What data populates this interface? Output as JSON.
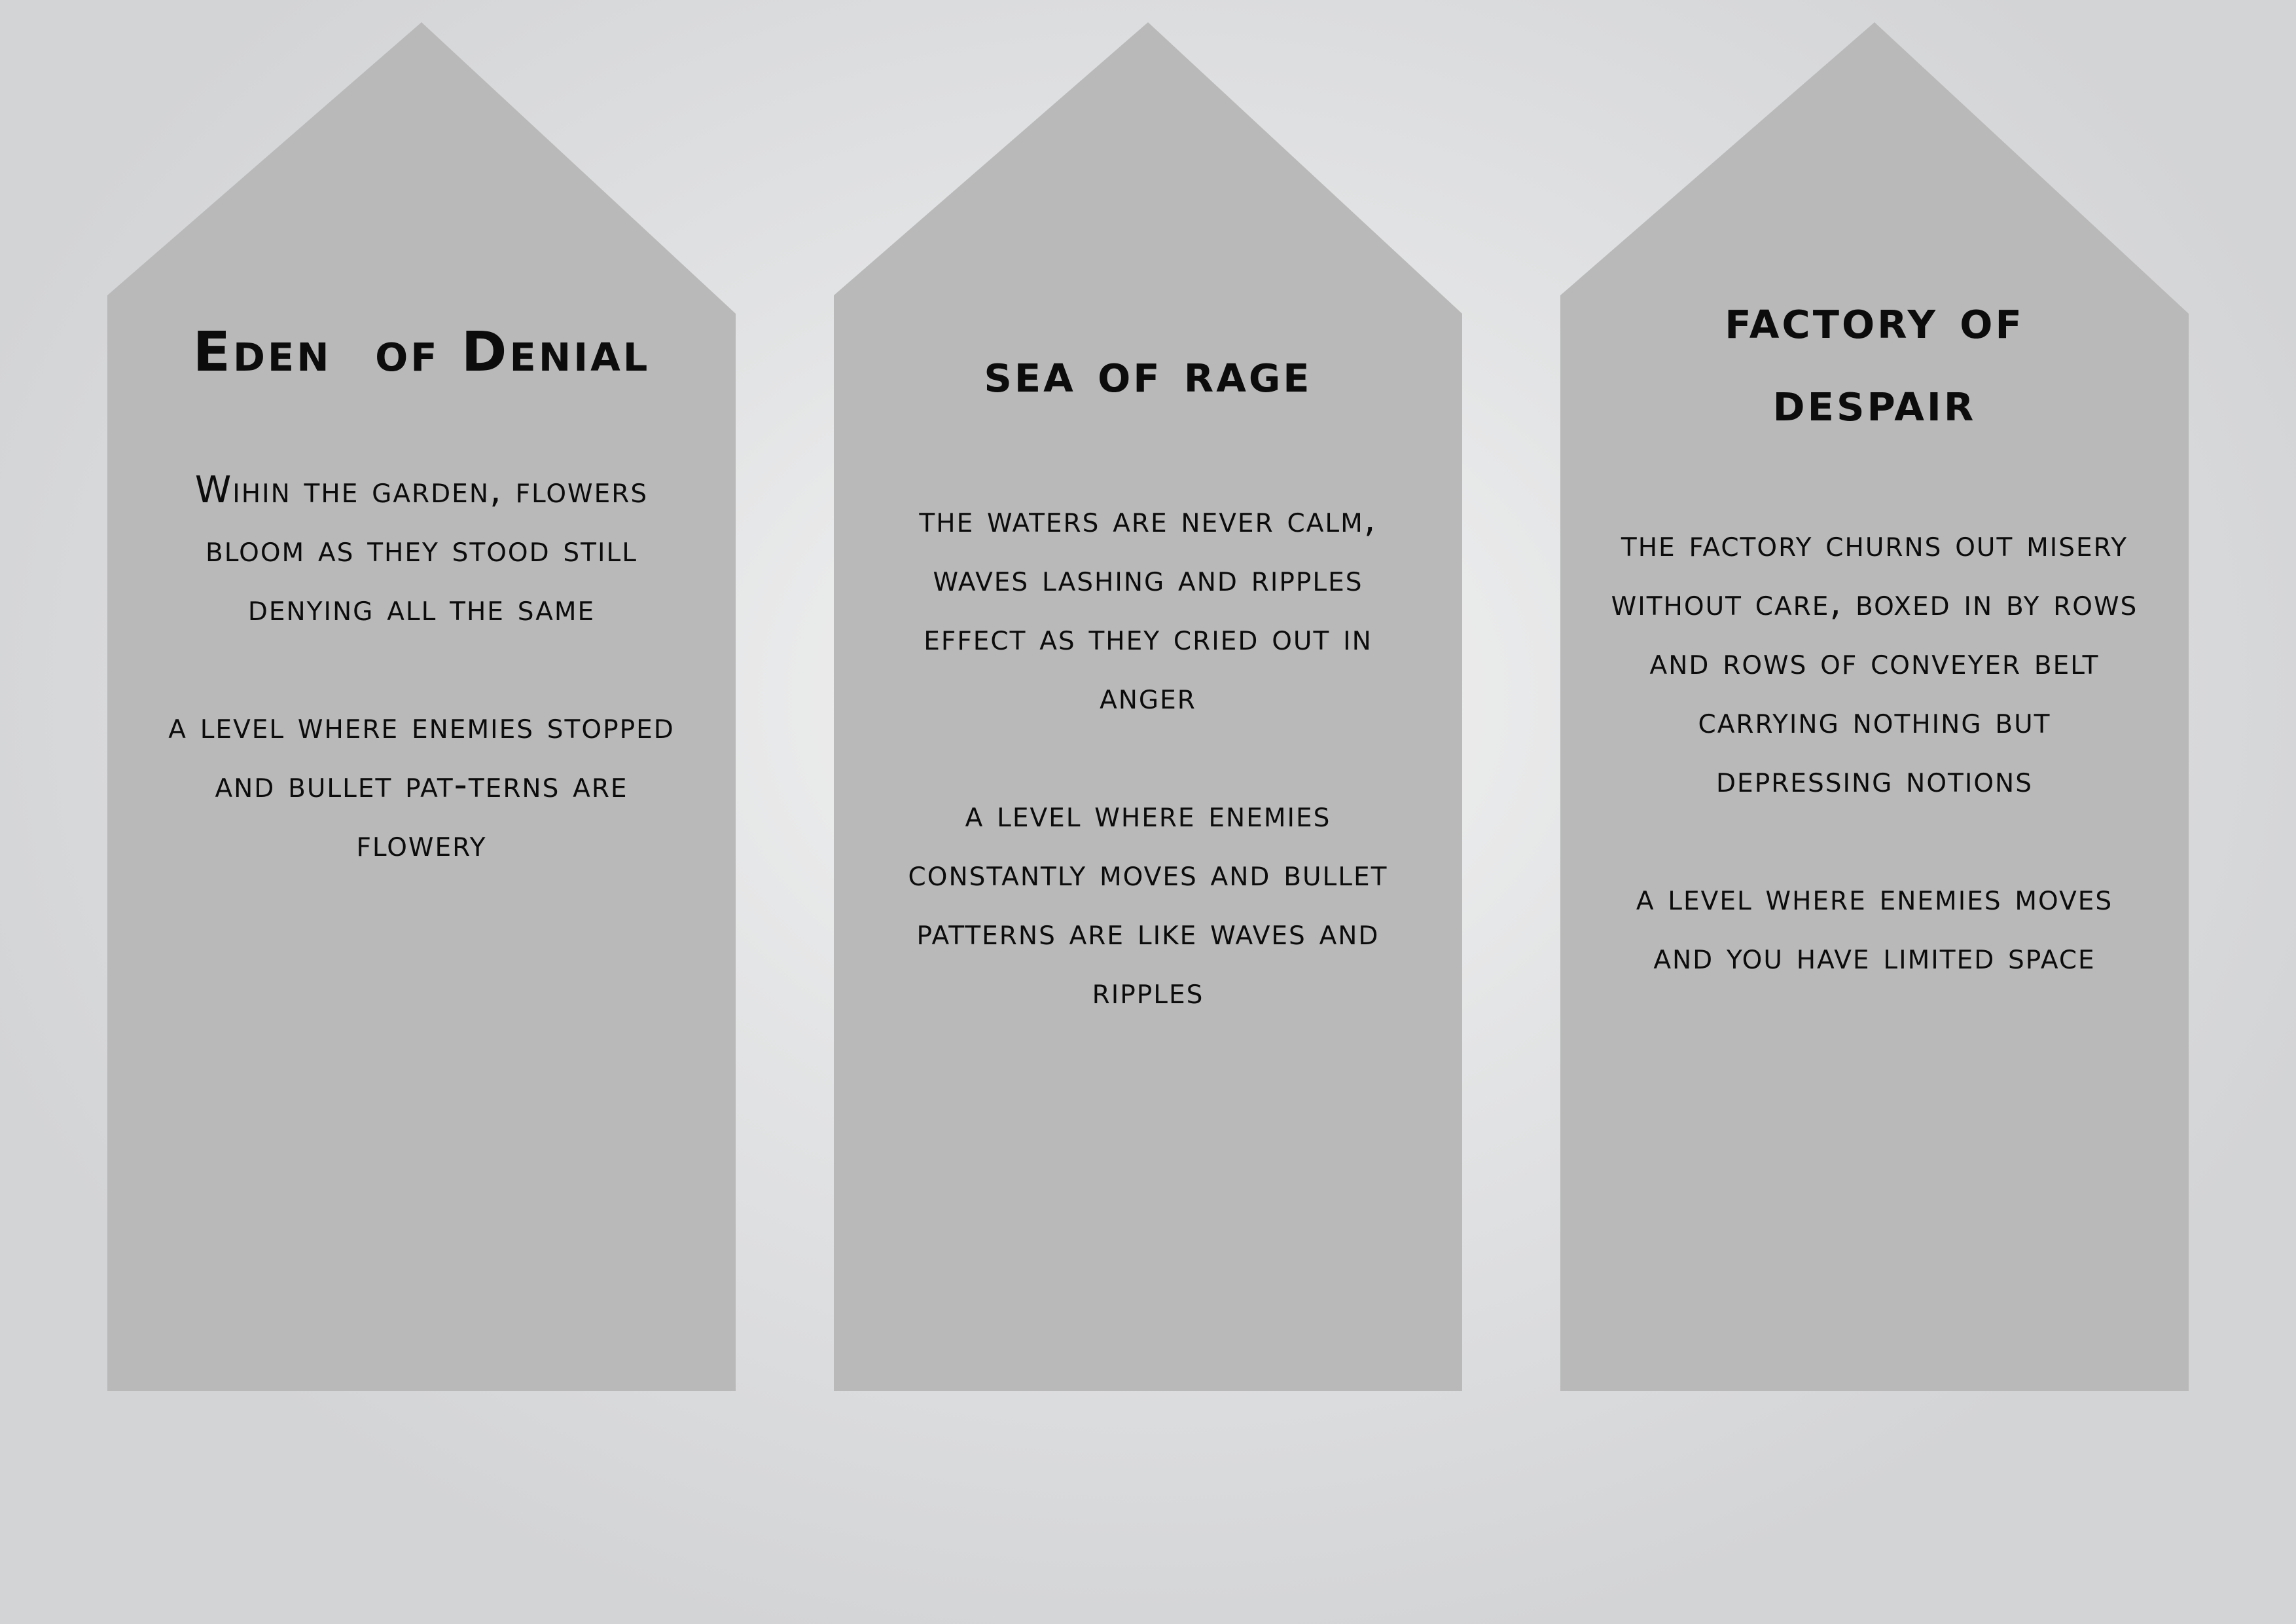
{
  "cards": [
    {
      "title": "Eden  of Denial",
      "description": "Wihin the garden, flowers bloom as they stood still denying all the same",
      "level_note": "a level where enemies stopped and bullet pat-terns are flowery"
    },
    {
      "title": "sea of rage",
      "description": "the waters are never calm, waves lashing and ripples effect as they cried out in anger",
      "level_note": "a level where enemies constantly moves and bullet patterns are like waves and ripples"
    },
    {
      "title": "factory of despair",
      "description": "the factory churns out misery without care, boxed in by rows and rows of conveyer belt carrying nothing but depressing notions",
      "level_note": "a level where enemies moves and you have limited space"
    }
  ],
  "colors": {
    "card_fill": "#b9b9b9",
    "text": "#0c0c0c",
    "background_center": "#f3f3f3",
    "background_edge": "#d3d4d6"
  }
}
